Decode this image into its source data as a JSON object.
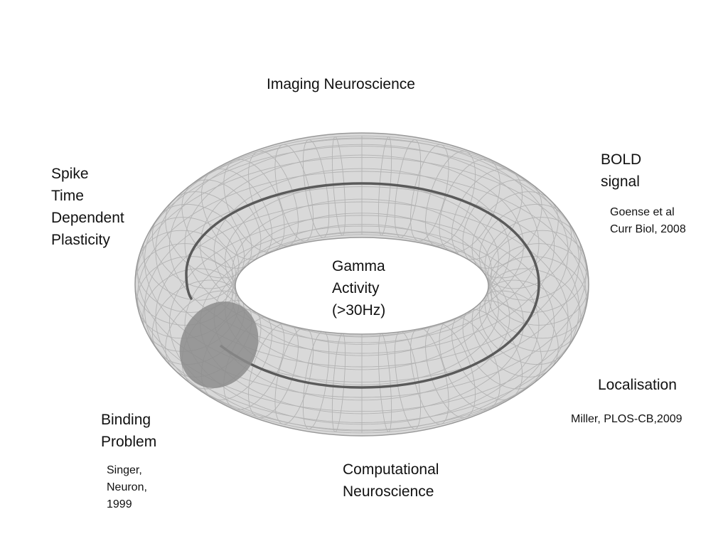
{
  "title": "Imaging Neuroscience",
  "center": [
    "Gamma",
    "Activity",
    "(>30Hz)"
  ],
  "labels": {
    "stdp": [
      "Spike",
      "Time",
      "Dependent",
      "Plasticity"
    ],
    "bold": [
      "BOLD",
      "signal"
    ],
    "localisation": "Localisation",
    "binding": [
      "Binding",
      "Problem"
    ],
    "computational": [
      "Computational",
      "Neuroscience"
    ]
  },
  "references": {
    "goense": [
      "Goense et al",
      "Curr Biol, 2008"
    ],
    "miller": "Miller, PLOS-CB,2009",
    "singer": [
      "Singer,",
      "Neuron,",
      "1999"
    ]
  },
  "colors": {
    "torus_fill": "#d9d9d9",
    "mesh": "#b3b3b3",
    "outline": "#999999",
    "orbit": "#5a5a5a",
    "cross_section": "#8c8c8c"
  }
}
